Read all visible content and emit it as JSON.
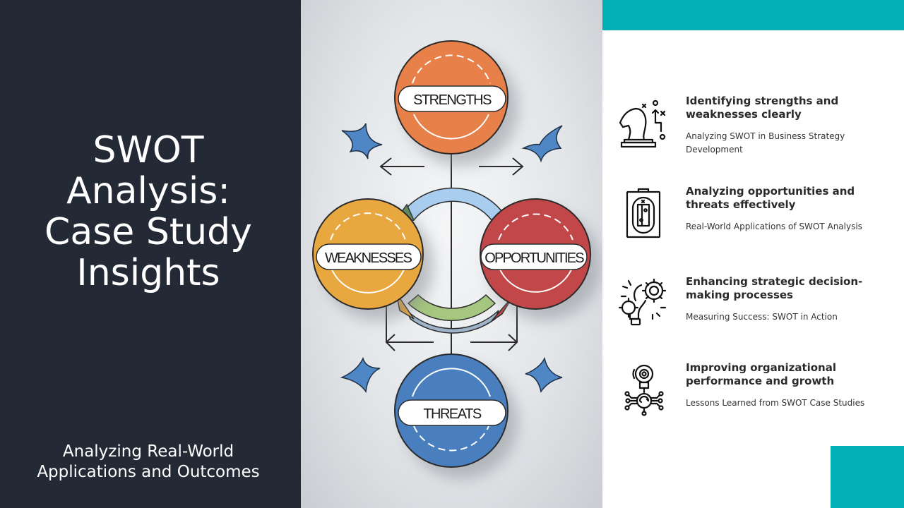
{
  "slide": {
    "title_lines": [
      "SWOT",
      "Analysis:",
      "Case Study",
      "Insights"
    ],
    "subtitle_lines": [
      "Analyzing Real-World",
      "Applications and Outcomes"
    ]
  },
  "diagram": {
    "labels": {
      "strengths": "STRENGTHS",
      "weaknesses": "WEAKNESSES",
      "opportunities": "OPPORTUNITIES",
      "threats": "THREATS"
    },
    "colors": {
      "strengths": "#e8804a",
      "weaknesses": "#e9a73f",
      "opportunities": "#c2464a",
      "threats": "#4a7fbf",
      "accent": "#00b0b6",
      "dark_panel": "#232a35"
    }
  },
  "items": [
    {
      "icon": "chess-knight-strategy-icon",
      "heading": "Identifying strengths and weaknesses clearly",
      "description": "Analyzing SWOT in Business Strategy Development"
    },
    {
      "icon": "clipboard-tactics-icon",
      "heading": "Analyzing opportunities and threats effectively",
      "description": "Real-World Applications of SWOT Analysis"
    },
    {
      "icon": "lightbulb-gears-icon",
      "heading": "Enhancing strategic decision-making processes",
      "description": "Measuring Success: SWOT in Action"
    },
    {
      "icon": "lightbulb-network-icon",
      "heading": "Improving organizational performance and growth",
      "description": "Lessons Learned from SWOT Case Studies"
    }
  ]
}
